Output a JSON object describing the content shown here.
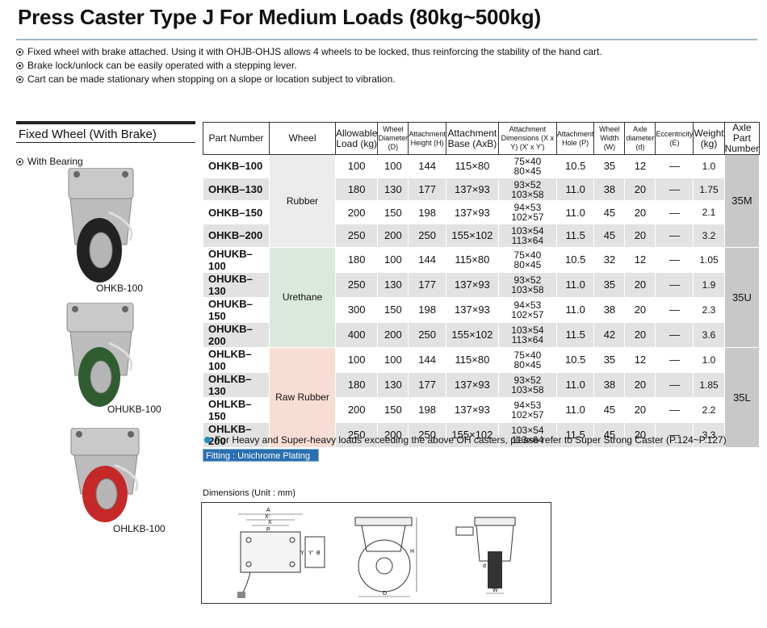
{
  "title": "Press Caster Type J  For Medium Loads (80kg~500kg)",
  "bullets": [
    "Fixed wheel with brake attached. Using it with OHJB-OHJS allows 4 wheels to be locked, thus reinforcing the stability of the hand cart.",
    "Brake lock/unlock can be easily operated with a stepping lever.",
    "Cart can be made stationary when stopping on a slope or location subject to vibration."
  ],
  "section": "Fixed Wheel (With Brake)",
  "bearing_label": "With Bearing",
  "captions": [
    "OHKB-100",
    "OHUKB-100",
    "OHLKB-100"
  ],
  "colors": {
    "rubber": "#ececec",
    "urethane": "#dbe8dc",
    "raw_rubber": "#f8ddd4",
    "accent": "#1f8ec7",
    "fitting": "#2a6fb0"
  },
  "table": {
    "headers": {
      "part": "Part Number",
      "wheel": "Wheel",
      "load": "Allowable Load (kg)",
      "diam": "Wheel Diameter (D)",
      "height": "Attachment Height (H)",
      "base": "Attachment Base (AxB)",
      "dims": "Attachment Dimensions (X x Y) (X' x Y')",
      "hole": "Attachment Hole (P)",
      "width": "Wheel Width (W)",
      "axle_d": "Axle diameter (d)",
      "ecc": "Eccentricity (E)",
      "weight": "Weight (kg)",
      "axle_part": "Axle Part Number"
    },
    "groups": [
      {
        "wheel": "Rubber",
        "axle": "35M",
        "rows": [
          {
            "part": "OHKB–100",
            "load": "100",
            "d": "100",
            "h": "144",
            "ab": "115×80",
            "xy": "75×40",
            "xy2": "80×45",
            "p": "10.5",
            "w": "35",
            "ad": "12",
            "e": "—",
            "kg": "1.0"
          },
          {
            "part": "OHKB–130",
            "load": "180",
            "d": "130",
            "h": "177",
            "ab": "137×93",
            "xy": "93×52",
            "xy2": "103×58",
            "p": "11.0",
            "w": "38",
            "ad": "20",
            "e": "—",
            "kg": "1.75"
          },
          {
            "part": "OHKB–150",
            "load": "200",
            "d": "150",
            "h": "198",
            "ab": "137×93",
            "xy": "94×53",
            "xy2": "102×57",
            "p": "11.0",
            "w": "45",
            "ad": "20",
            "e": "—",
            "kg": "2.1"
          },
          {
            "part": "OHKB–200",
            "load": "250",
            "d": "200",
            "h": "250",
            "ab": "155×102",
            "xy": "103×54",
            "xy2": "113×64",
            "p": "11.5",
            "w": "45",
            "ad": "20",
            "e": "—",
            "kg": "3.2"
          }
        ]
      },
      {
        "wheel": "Urethane",
        "axle": "35U",
        "rows": [
          {
            "part": "OHUKB–100",
            "load": "180",
            "d": "100",
            "h": "144",
            "ab": "115×80",
            "xy": "75×40",
            "xy2": "80×45",
            "p": "10.5",
            "w": "32",
            "ad": "12",
            "e": "—",
            "kg": "1.05"
          },
          {
            "part": "OHUKB–130",
            "load": "250",
            "d": "130",
            "h": "177",
            "ab": "137×93",
            "xy": "93×52",
            "xy2": "103×58",
            "p": "11.0",
            "w": "35",
            "ad": "20",
            "e": "—",
            "kg": "1.9"
          },
          {
            "part": "OHUKB–150",
            "load": "300",
            "d": "150",
            "h": "198",
            "ab": "137×93",
            "xy": "94×53",
            "xy2": "102×57",
            "p": "11.0",
            "w": "38",
            "ad": "20",
            "e": "—",
            "kg": "2.3"
          },
          {
            "part": "OHUKB–200",
            "load": "400",
            "d": "200",
            "h": "250",
            "ab": "155×102",
            "xy": "103×54",
            "xy2": "113×64",
            "p": "11.5",
            "w": "42",
            "ad": "20",
            "e": "—",
            "kg": "3.6"
          }
        ]
      },
      {
        "wheel": "Raw Rubber",
        "axle": "35L",
        "rows": [
          {
            "part": "OHLKB–100",
            "load": "100",
            "d": "100",
            "h": "144",
            "ab": "115×80",
            "xy": "75×40",
            "xy2": "80×45",
            "p": "10.5",
            "w": "35",
            "ad": "12",
            "e": "—",
            "kg": "1.0"
          },
          {
            "part": "OHLKB–130",
            "load": "180",
            "d": "130",
            "h": "177",
            "ab": "137×93",
            "xy": "93×52",
            "xy2": "103×58",
            "p": "11.0",
            "w": "38",
            "ad": "20",
            "e": "—",
            "kg": "1.85"
          },
          {
            "part": "OHLKB–150",
            "load": "200",
            "d": "150",
            "h": "198",
            "ab": "137×93",
            "xy": "94×53",
            "xy2": "102×57",
            "p": "11.0",
            "w": "45",
            "ad": "20",
            "e": "—",
            "kg": "2.2"
          },
          {
            "part": "OHLKB–200",
            "load": "250",
            "d": "200",
            "h": "250",
            "ab": "155×102",
            "xy": "103×54",
            "xy2": "113×64",
            "p": "11.5",
            "w": "45",
            "ad": "20",
            "e": "—",
            "kg": "3.3"
          }
        ]
      }
    ]
  },
  "note": "For Heavy and Super-heavy loads exceeding the above OH casters, please refer to Super Strong Caster (P.124~P.127)",
  "fitting": "Fitting : Unichrome Plating",
  "dimensions_label": "Dimensions (Unit : mm)",
  "dim_labels": {
    "a": "A",
    "x2": "X'",
    "x": "X",
    "p": "P",
    "y": "Y",
    "y2": "Y'",
    "b": "B",
    "h": "H",
    "d": "D",
    "w": "W",
    "d_small": "d"
  }
}
